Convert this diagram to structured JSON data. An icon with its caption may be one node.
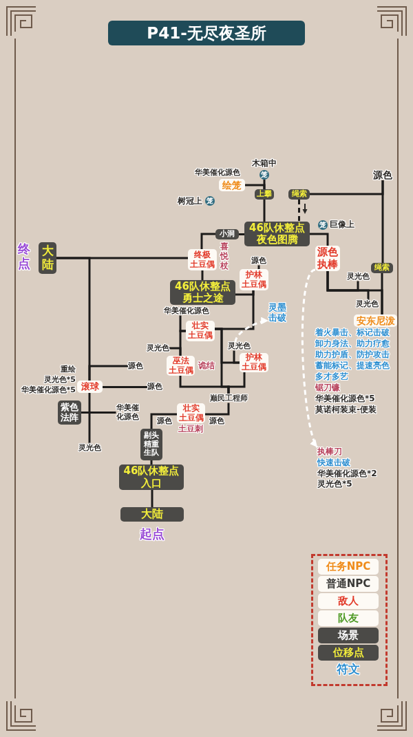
{
  "diagram": {
    "title": "P41-无尽夜圣所",
    "nodes": [
      {
        "text": [
          "笼"
        ],
        "beside": [
          "木箱中"
        ]
      },
      {
        "text": [
          "源色"
        ]
      },
      {
        "text": [
          "绘笼"
        ],
        "beside": [
          "华美催化源色"
        ]
      },
      {
        "text": [
          "上攀"
        ]
      },
      {
        "text": [
          "绳索"
        ]
      },
      {
        "text": [
          "笼"
        ],
        "beside": [
          "树冠上"
        ]
      },
      {
        "text": [
          "46队休整点夜色图腾"
        ]
      },
      {
        "text": [
          "小洞"
        ]
      },
      {
        "text": [
          "笼"
        ],
        "beside": [
          "巨像上"
        ]
      },
      {
        "text": [
          "大陆"
        ],
        "beside": [
          "终点"
        ]
      },
      {
        "text": [
          "源色执棒"
        ]
      },
      {
        "text": [
          "终极土豆偶"
        ],
        "beside": [
          "喜悦杖"
        ]
      },
      {
        "text": [
          "源色"
        ]
      },
      {
        "text": [
          "绳索"
        ]
      },
      {
        "text": [
          "护林土豆偶"
        ]
      },
      {
        "text": [
          "灵光色"
        ]
      },
      {
        "text": [
          "46队休整点勇士之途"
        ]
      },
      {
        "text": [
          "灵光色"
        ]
      },
      {
        "text": [
          "灵墨击破"
        ]
      },
      {
        "text": [
          "华美催化源色"
        ]
      },
      {
        "text": [
          "安东尼泼"
        ],
        "beside": [
          "着火暴击、标记击破",
          "卸力身法、助力疗愈",
          "助力护盾、防护攻击",
          "蓄能标记、提速亮色",
          "多才多艺",
          "锯刀镰",
          "华美催化源色*5",
          "莫诺柯装束-便装"
        ]
      },
      {
        "text": [
          "壮实土豆偶"
        ]
      },
      {
        "text": [
          "灵光色"
        ]
      },
      {
        "text": [
          "灵光色"
        ]
      },
      {
        "text": [
          "护林土豆偶"
        ]
      },
      {
        "text": [
          "巫法土豆偶"
        ],
        "beside": [
          "诡结"
        ]
      },
      {
        "text": [
          "源色"
        ]
      },
      {
        "text": [
          "滚球"
        ],
        "beside": [
          "重绘",
          "灵光色*5",
          "华美催化源色*5"
        ]
      },
      {
        "text": [
          "源色"
        ]
      },
      {
        "text": [
          "巅民工程师"
        ]
      },
      {
        "text": [
          "紫色法阵"
        ]
      },
      {
        "text": [
          "壮实土豆偶"
        ],
        "beside": [
          "土豆刺"
        ]
      },
      {
        "text": [
          "华美催化源色"
        ]
      },
      {
        "text": [
          "剔头精重生队"
        ]
      },
      {
        "text": [
          "灵光色"
        ]
      },
      {
        "text": [
          "执棒刀",
          "快速击破",
          "华美催化源色*2",
          "灵光色*5"
        ]
      },
      {
        "text": [
          "46队休整点入口"
        ]
      },
      {
        "text": [
          "大陆"
        ],
        "beside": [
          "起点"
        ]
      }
    ],
    "edges": [
      {
        "from": 2,
        "to": 3,
        "arrow": "none"
      },
      {
        "from": 3,
        "to": 0,
        "arrow": "none"
      },
      {
        "from": 6,
        "to": 3,
        "arrow": "none"
      },
      {
        "from": 4,
        "to": 1,
        "arrow": "none"
      },
      {
        "from": 4,
        "to": 6,
        "arrow": "none",
        "style": "dashed"
      },
      {
        "from": 6,
        "to": 7,
        "arrow": "none"
      },
      {
        "from": 7,
        "to": 11,
        "arrow": "none"
      },
      {
        "from": 6,
        "to": 10,
        "arrow": "none"
      },
      {
        "from": 9,
        "to": 11,
        "arrow": "none"
      },
      {
        "from": 11,
        "to": 16,
        "arrow": "none"
      },
      {
        "from": 1,
        "to": 13,
        "arrow": "none"
      },
      {
        "from": 13,
        "to": 20,
        "arrow": "none"
      },
      {
        "from": 10,
        "to": 20,
        "arrow": "none"
      },
      {
        "from": 10,
        "to": 15,
        "arrow": "none"
      },
      {
        "from": 10,
        "to": 17,
        "arrow": "none"
      },
      {
        "from": 14,
        "to": 12,
        "arrow": "none"
      },
      {
        "from": 16,
        "to": 14,
        "arrow": "none"
      },
      {
        "from": 19,
        "to": 21,
        "arrow": "none"
      },
      {
        "from": 21,
        "to": 14,
        "arrow": "none"
      },
      {
        "from": 23,
        "to": 25,
        "arrow": "none"
      },
      {
        "from": 21,
        "to": 25,
        "arrow": "none"
      },
      {
        "from": 24,
        "to": 22,
        "arrow": "none"
      },
      {
        "from": 22,
        "to": 18,
        "arrow": "to",
        "style": "dashed",
        "color": "#ffffff"
      },
      {
        "from": 24,
        "to": 21,
        "arrow": "none"
      },
      {
        "from": 21,
        "to": 29,
        "arrow": "none"
      },
      {
        "from": 24,
        "to": 29,
        "arrow": "none"
      },
      {
        "from": 25,
        "to": 29,
        "arrow": "none"
      },
      {
        "from": 29,
        "to": 31,
        "arrow": "none"
      },
      {
        "from": 31,
        "to": 33,
        "arrow": "none"
      },
      {
        "from": 33,
        "to": 36,
        "arrow": "none"
      },
      {
        "from": 36,
        "to": 37,
        "arrow": "none"
      },
      {
        "from": 9,
        "to": 27,
        "arrow": "none"
      },
      {
        "from": 27,
        "to": 26,
        "arrow": "none"
      },
      {
        "from": 27,
        "to": 28,
        "arrow": "none"
      },
      {
        "from": 30,
        "to": 32,
        "arrow": "none"
      },
      {
        "from": 27,
        "to": 34,
        "arrow": "none"
      },
      {
        "from": 10,
        "to": 35,
        "arrow": "to",
        "style": "dashed",
        "color": "#ffffff"
      }
    ],
    "labels": [
      "源色",
      "源色"
    ],
    "legend": [
      {
        "text": "任务NPC"
      },
      {
        "text": "普通NPC"
      },
      {
        "text": "敌人"
      },
      {
        "text": "队友"
      },
      {
        "text": "场景"
      },
      {
        "text": "位移点"
      },
      {
        "text": "符文"
      }
    ]
  }
}
